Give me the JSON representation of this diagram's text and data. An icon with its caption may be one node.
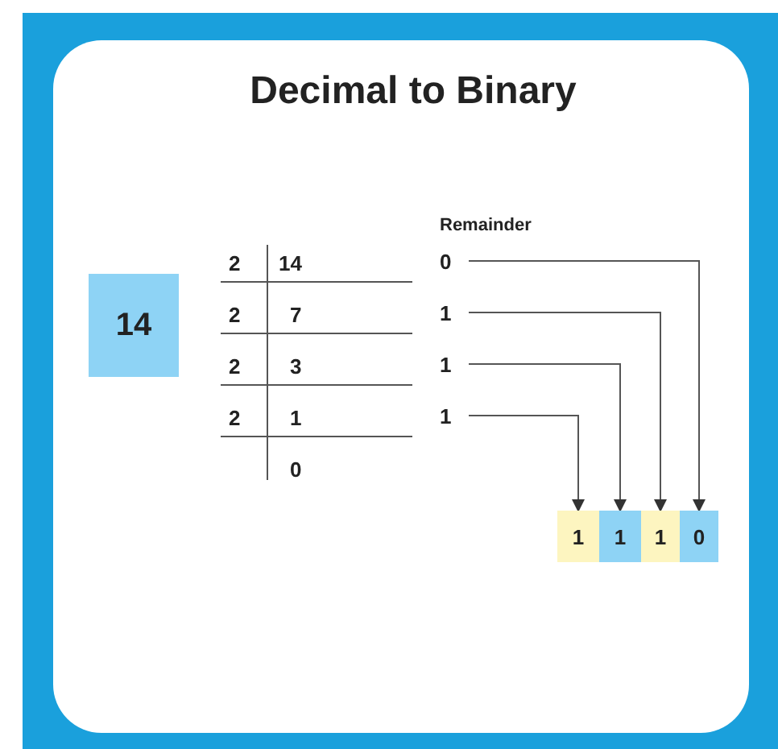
{
  "diagram": {
    "title": "Decimal to Binary",
    "nodes": [
      {
        "text": [
          "14"
        ]
      },
      {
        "text": [
          "0"
        ]
      },
      {
        "text": [
          "1"
        ]
      },
      {
        "text": [
          "1"
        ]
      },
      {
        "text": [
          "1"
        ]
      },
      {
        "text": [
          "1"
        ]
      },
      {
        "text": [
          "1"
        ]
      },
      {
        "text": [
          "1"
        ]
      },
      {
        "text": [
          "0"
        ]
      }
    ],
    "edges": [
      {
        "from": 1,
        "to": 8,
        "arrow": "to"
      },
      {
        "from": 2,
        "to": 7,
        "arrow": "to"
      },
      {
        "from": 3,
        "to": 6,
        "arrow": "to"
      },
      {
        "from": 4,
        "to": 5,
        "arrow": "to"
      }
    ],
    "labels": [
      "Remainder",
      "2",
      "14",
      "2",
      "7",
      "2",
      "3",
      "2",
      "1",
      "0"
    ]
  }
}
